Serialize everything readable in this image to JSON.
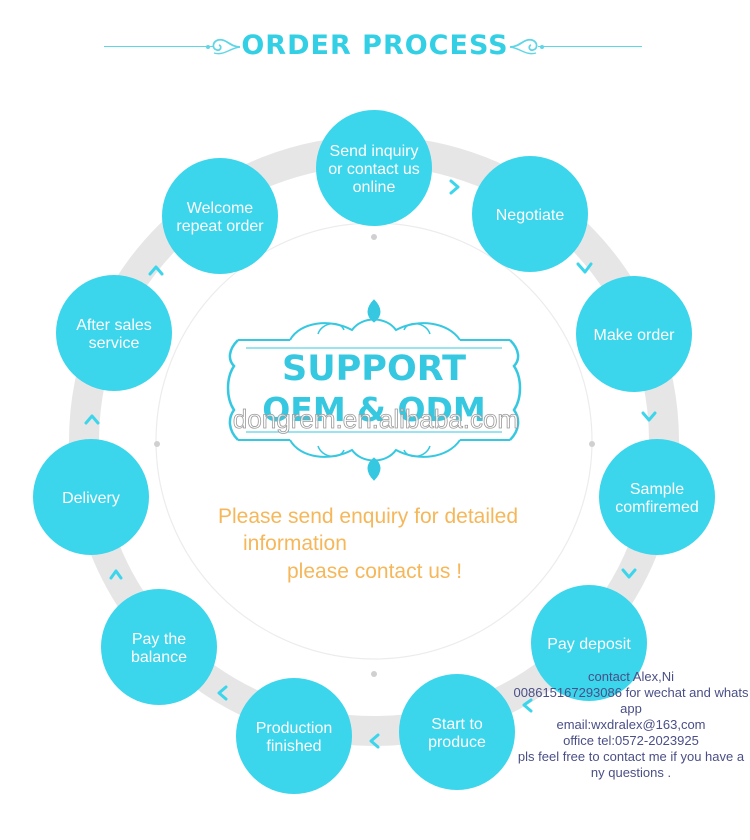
{
  "header": {
    "title": "ORDER PROCESS",
    "accent_color": "#33cfe4"
  },
  "steps": [
    {
      "lines": [
        "Send inquiry",
        "or contact us",
        "online"
      ]
    },
    {
      "lines": [
        "Negotiate"
      ]
    },
    {
      "lines": [
        "Make order"
      ]
    },
    {
      "lines": [
        "Sample",
        "comfiremed"
      ]
    },
    {
      "lines": [
        "Pay deposit"
      ]
    },
    {
      "lines": [
        "Start to",
        "produce"
      ]
    },
    {
      "lines": [
        "Production",
        "finished"
      ]
    },
    {
      "lines": [
        "Pay the",
        "balance"
      ]
    },
    {
      "lines": [
        "Delivery"
      ]
    },
    {
      "lines": [
        "After sales",
        "service"
      ]
    },
    {
      "lines": [
        "Welcome",
        "repeat order"
      ]
    }
  ],
  "center": {
    "headline": "SUPPORT",
    "subline": "OEM & ODM",
    "watermark": "dongrem.en.alibaba.com",
    "message_line1": "Please send enquiry for detailed",
    "message_line2": "information",
    "message_line3": "please contact us !"
  },
  "contact": {
    "line1": "contact Alex,Ni",
    "line2": "008615167293086 for wechat and whats",
    "line3": "app",
    "line4": "email:wxdralex@163,com",
    "line5": "office tel:0572-2023925",
    "line6": "pls feel free to contact me if you have a",
    "line7": "ny questions ."
  },
  "colors": {
    "circle_fill": "#3bd5ec",
    "ring": "#e6e6e6",
    "orange_text": "#f5b75a",
    "contact_text": "#4a4f86"
  }
}
